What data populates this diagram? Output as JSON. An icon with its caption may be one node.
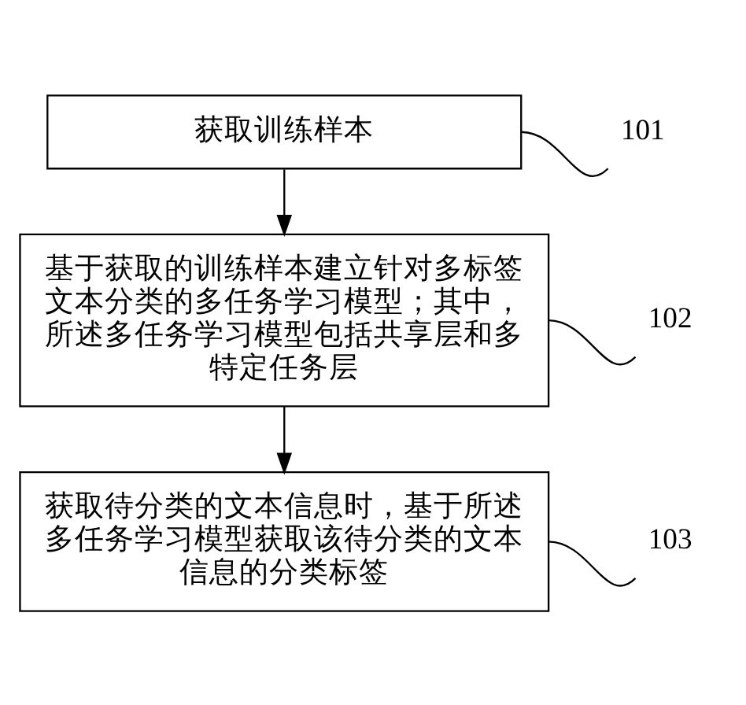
{
  "diagram": {
    "nodes": [
      {
        "text": [
          "获取训练样本"
        ]
      },
      {
        "text": [
          "基于获取的训练样本建立针对多标签文本分类的多任务学习模型；其中，所述多任务学习模型包括共享层和多特定任务层"
        ]
      },
      {
        "text": [
          "获取待分类的文本信息时，基于所述多任务学习模型获取该待分类的文本信息的分类标签"
        ]
      },
      {
        "text": [
          "101"
        ]
      },
      {
        "text": [
          "102"
        ]
      },
      {
        "text": [
          "103"
        ]
      }
    ],
    "edges": [
      {
        "from": 0,
        "to": 1,
        "arrow": "to"
      },
      {
        "from": 1,
        "to": 2,
        "arrow": "to"
      },
      {
        "from": 3,
        "to": 0,
        "arrow": "none"
      },
      {
        "from": 4,
        "to": 1,
        "arrow": "none"
      },
      {
        "from": 5,
        "to": 2,
        "arrow": "none"
      }
    ]
  }
}
